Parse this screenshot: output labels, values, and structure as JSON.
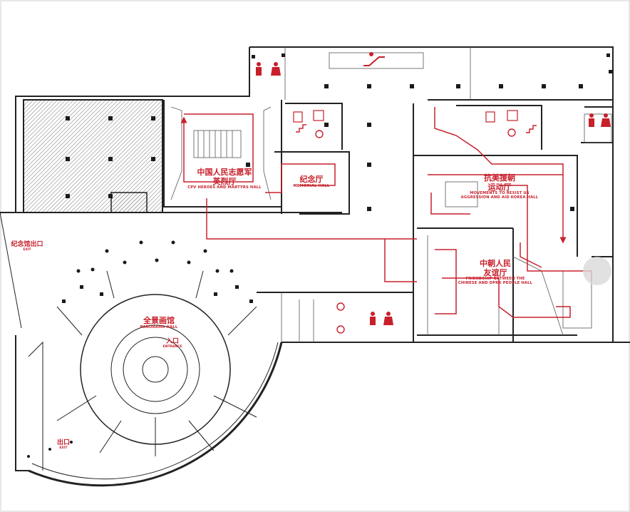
{
  "map": {
    "halls": {
      "heroes": {
        "cn_line1": "中国人民志愿军",
        "cn_line2": "英烈厅",
        "en": "CPV HEROES AND MARTYRS HALL"
      },
      "memorial": {
        "cn": "纪念厅",
        "en": "MEMORIAL HALL"
      },
      "movements": {
        "cn_line1": "抗美援朝",
        "cn_line2": "运动厅",
        "en_line1": "MOVEMENTS TO RESIST US",
        "en_line2": "AGGRESSION AND AID KOREA HALL"
      },
      "friendship": {
        "cn_line1": "中朝人民",
        "cn_line2": "友谊厅",
        "en_line1": "FRIENDSHIP BETWEEN THE",
        "en_line2": "CHINESE AND DPRK PEOPLE HALL"
      },
      "panorama": {
        "cn": "全景画馆",
        "en": "PANORAMA HALL"
      }
    },
    "entrance": {
      "cn": "入口",
      "en": "ENTRANCE"
    },
    "memorial_exit": {
      "cn": "纪念馆出口",
      "en": "EXIT"
    },
    "panorama_exit": {
      "cn": "出口",
      "en": "EXIT"
    },
    "colors": {
      "route": "#c8202b",
      "wall": "#222222",
      "hatch": "#9a9a9a",
      "marker": "#c8202b"
    },
    "icons": [
      "toilet-icon",
      "escalator-icon",
      "elevator-icon",
      "wheelchair-icon",
      "stairs-icon"
    ]
  }
}
